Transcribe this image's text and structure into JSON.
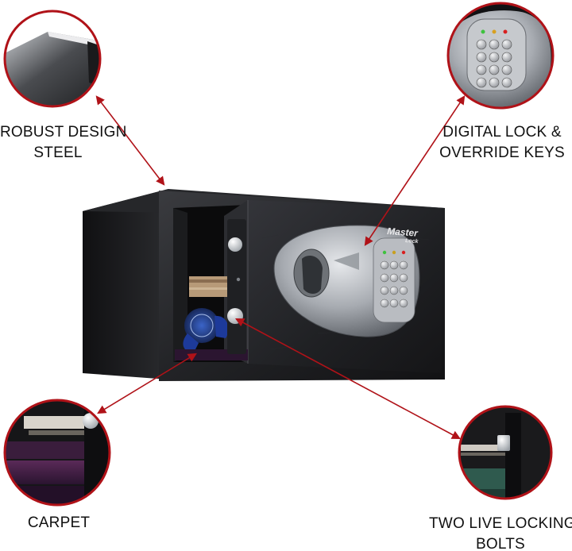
{
  "brand": {
    "logo_text": "Master Lock"
  },
  "callouts": {
    "robust": {
      "line1": "ROBUST DESIGN",
      "line2": "STEEL"
    },
    "digital": {
      "line1": "DIGITAL LOCK &",
      "line2": "OVERRIDE KEYS"
    },
    "carpet": {
      "line1": "CARPET"
    },
    "bolts": {
      "line1": "TWO LIVE LOCKING",
      "line2": "BOLTS"
    }
  },
  "colors": {
    "circle_border": "#b01218",
    "arrow": "#b01218",
    "safe_body": "#1c1c1e",
    "lock_plate": "#a9adb3",
    "label_text": "#111111",
    "led_green": "#3ec23e",
    "led_red": "#d82020"
  },
  "keypad": {
    "button_count": 12
  }
}
